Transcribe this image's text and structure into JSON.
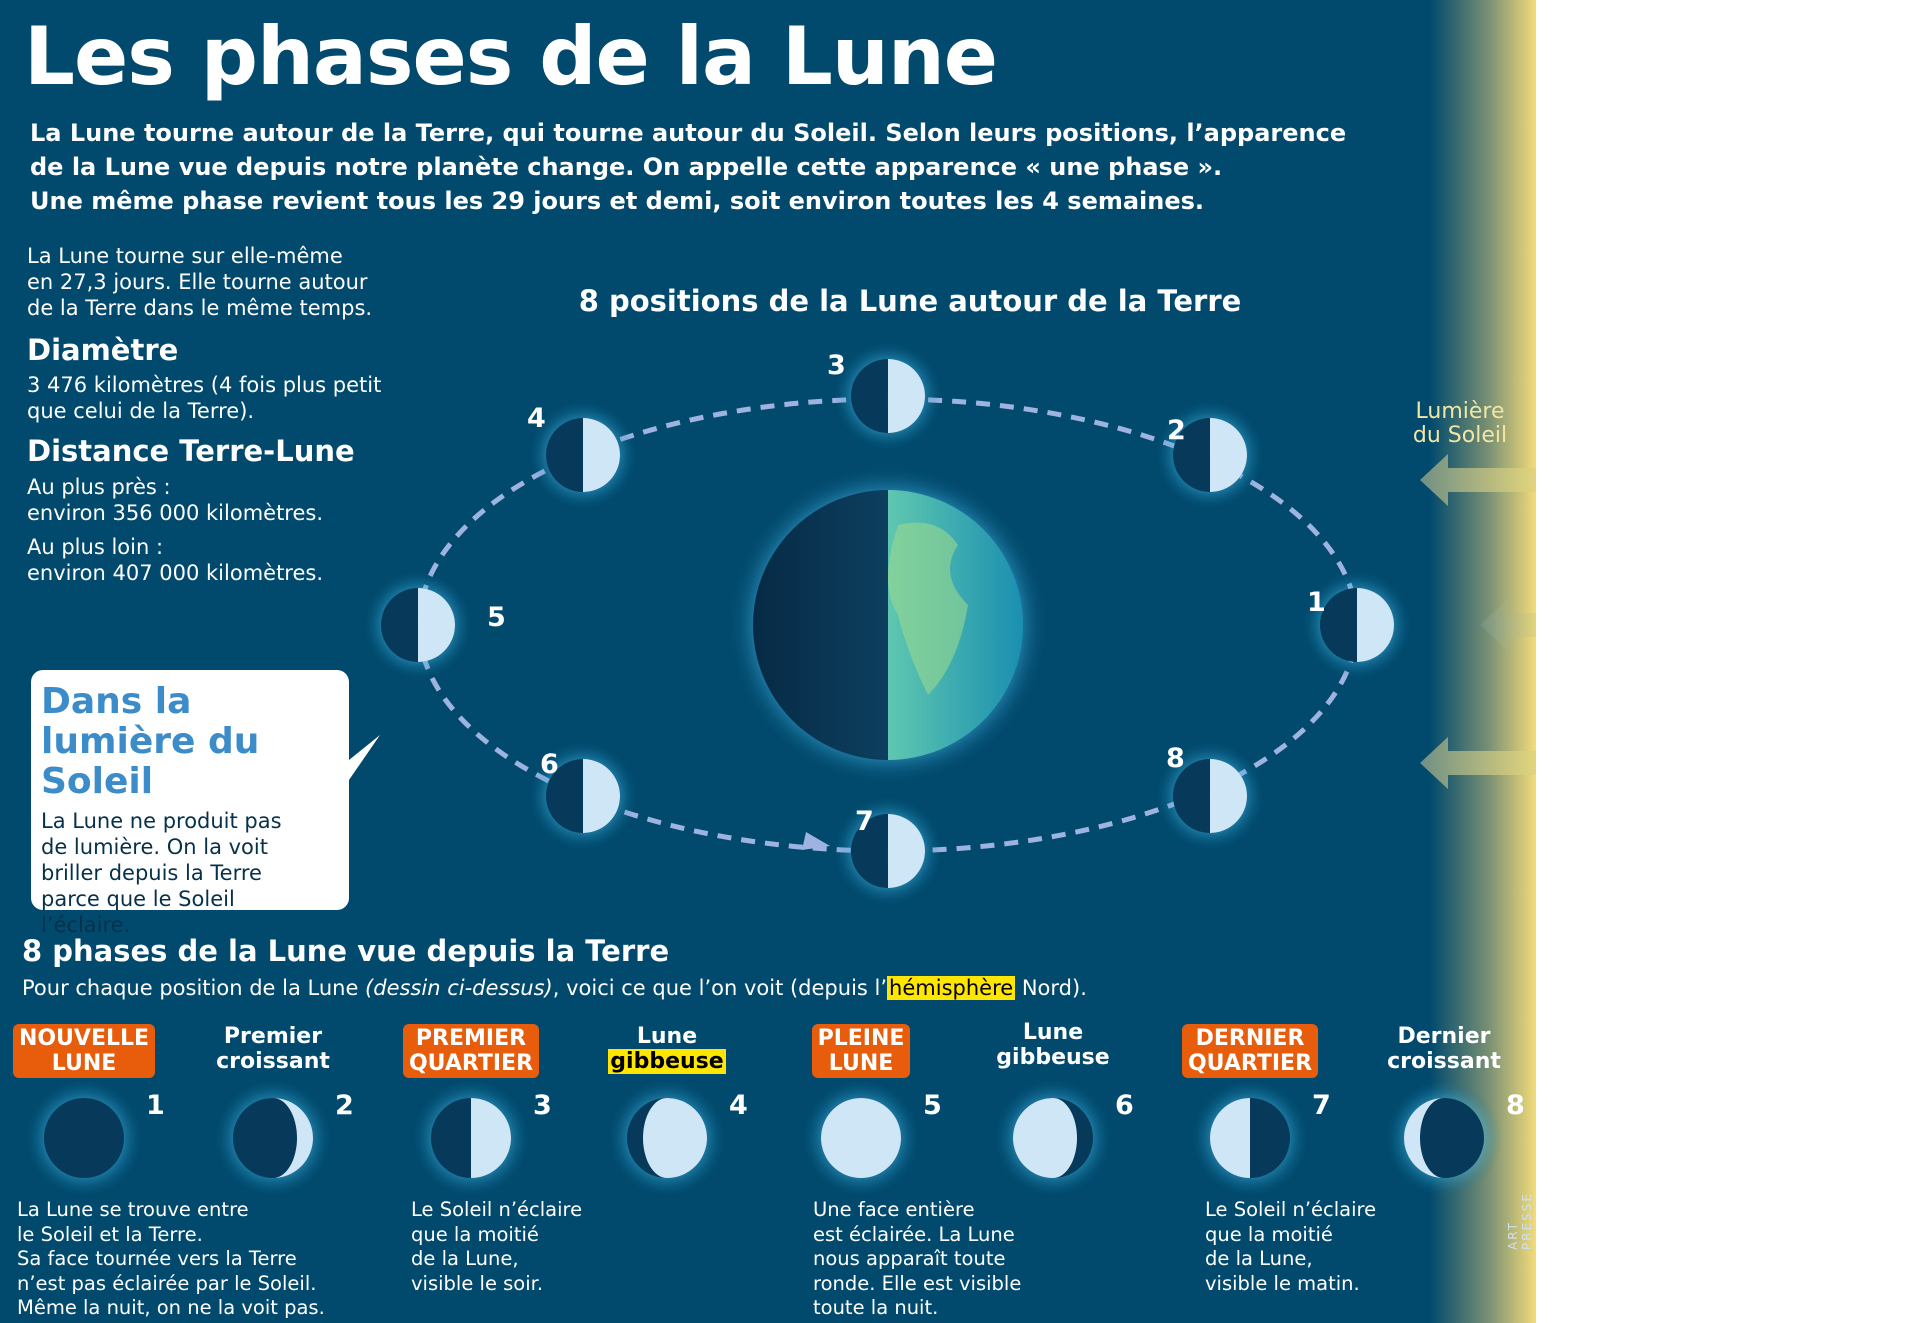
{
  "title": "Les phases de la Lune",
  "intro": [
    "La Lune tourne autour de la Terre, qui tourne autour du Soleil. Selon leurs positions, l’apparence",
    "de la Lune vue depuis notre planète change. On appelle cette apparence « une phase ».",
    "Une même phase revient tous les 29 jours et demi, soit environ toutes les 4 semaines."
  ],
  "left": {
    "rotation": [
      "La Lune tourne sur elle-même",
      "en 27,3 jours. Elle tourne autour",
      "de la Terre dans le même temps."
    ],
    "diameter_title": "Diamètre",
    "diameter": [
      "3 476 kilomètres (4 fois plus petit",
      "que celui de la Terre)."
    ],
    "distance_title": "Distance Terre-Lune",
    "near": [
      "Au plus près :",
      "environ 356 000 kilomètres."
    ],
    "far": [
      "Au plus loin :",
      "environ 407 000 kilomètres."
    ]
  },
  "callout": {
    "title": "Dans la lumière du Soleil",
    "text": [
      "La Lune ne produit pas",
      "de lumière. On la voit",
      "briller depuis la Terre",
      "parce que le Soleil",
      "l’éclaire."
    ]
  },
  "orbit": {
    "title": "8 positions de la Lune autour de la Terre",
    "light_label": [
      "Lumière",
      "du Soleil"
    ],
    "numbers": [
      "1",
      "2",
      "3",
      "4",
      "5",
      "6",
      "7",
      "8"
    ]
  },
  "phases": {
    "title": "8 phases de la Lune vue depuis la Terre",
    "subtitle_before": "Pour chaque position de la Lune ",
    "subtitle_italic": "(dessin ci-dessus)",
    "subtitle_mid": ", voici ce que l’on voit (depuis l’",
    "subtitle_highlight": "hémisphère",
    "subtitle_after": " Nord).",
    "items": [
      {
        "num": "1",
        "lines": [
          "NOUVELLE",
          "LUNE"
        ],
        "style": "orange",
        "illum": 0,
        "side": "right"
      },
      {
        "num": "2",
        "lines": [
          "Premier",
          "croissant"
        ],
        "style": "plain",
        "illum": 0.2,
        "side": "right"
      },
      {
        "num": "3",
        "lines": [
          "PREMIER",
          "QUARTIER"
        ],
        "style": "orange",
        "illum": 0.5,
        "side": "right"
      },
      {
        "num": "4",
        "lines": [
          "Lune",
          "gibbeuse"
        ],
        "style": "highlight",
        "illum": 0.8,
        "side": "right"
      },
      {
        "num": "5",
        "lines": [
          "PLEINE",
          "LUNE"
        ],
        "style": "orange",
        "illum": 1,
        "side": "right"
      },
      {
        "num": "6",
        "lines": [
          "Lune",
          "gibbeuse"
        ],
        "style": "plain",
        "illum": 0.8,
        "side": "left"
      },
      {
        "num": "7",
        "lines": [
          "DERNIER",
          "QUARTIER"
        ],
        "style": "orange",
        "illum": 0.5,
        "side": "left"
      },
      {
        "num": "8",
        "lines": [
          "Dernier",
          "croissant"
        ],
        "style": "plain",
        "illum": 0.2,
        "side": "left"
      }
    ],
    "descriptions": [
      [
        "La Lune se trouve entre",
        "le Soleil et la Terre.",
        "Sa face tournée vers la Terre",
        "n’est pas éclairée par le Soleil.",
        "Même la nuit, on ne la voit pas."
      ],
      [
        "Le Soleil n’éclaire",
        "que la moitié",
        "de la Lune,",
        "visible le soir."
      ],
      [
        "Une face entière",
        "est éclairée. La Lune",
        "nous apparaît toute",
        "ronde. Elle est visible",
        "toute la nuit."
      ],
      [
        "Le Soleil n’éclaire",
        "que la moitié",
        "de la Lune,",
        "visible le matin."
      ]
    ]
  },
  "credit": "ART PRESSE",
  "colors": {
    "background": "#014a6d",
    "orange": "#e85d0c",
    "highlight": "#ffe600",
    "orbit": "#9fb3e0",
    "moon_lit": "#cfe6f7",
    "moon_dark": "#06395a"
  }
}
